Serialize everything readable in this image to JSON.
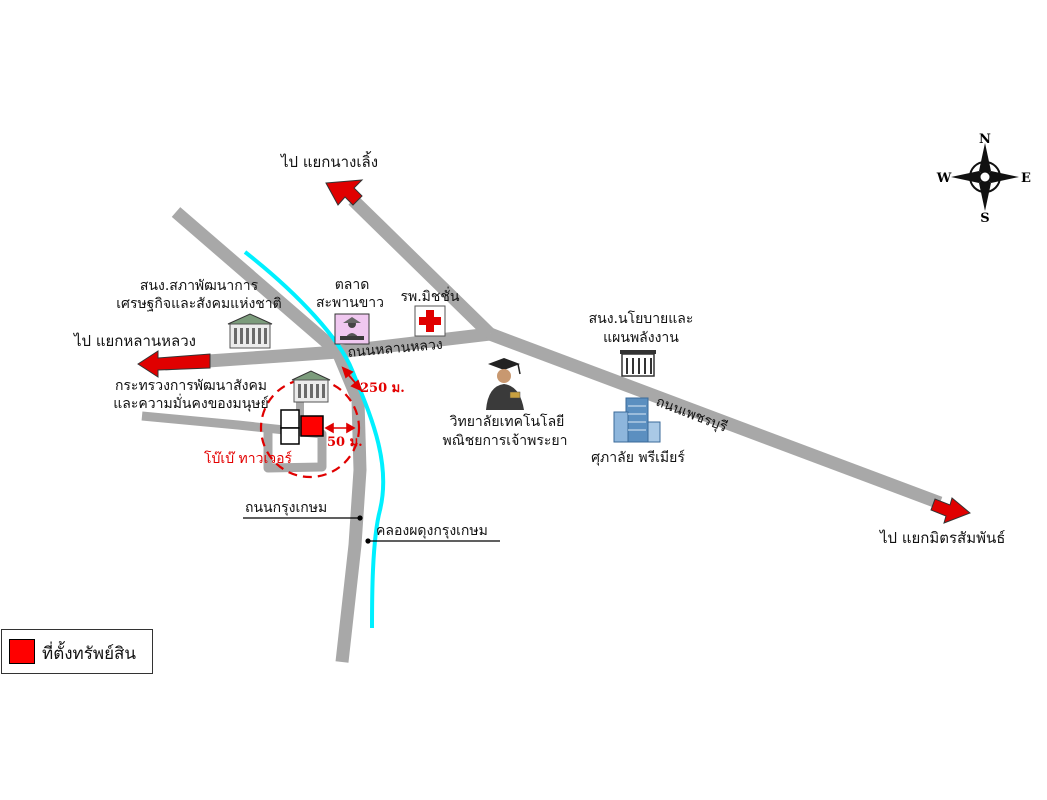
{
  "labels": {
    "to_nang_loeng": "ไป แยกนางเลิ้ง",
    "to_lan_luang": "ไป แยกหลานหลวง",
    "to_mit_samphan": "ไป แยกมิตรสัมพันธ์",
    "nesdb_line1": "สนง.สภาพัฒนาการ",
    "nesdb_line2": "เศรษฐกิจและสังคมแห่งชาติ",
    "market_line1": "ตลาด",
    "market_line2": "สะพานขาว",
    "hospital": "รพ.มิชชั่น",
    "ministry_line1": "กระทรวงการพัฒนาสังคม",
    "ministry_line2": "และความมั่นคงของมนุษย์",
    "eppo_line1": "สนง.นโยบายและ",
    "eppo_line2": "แผนพลังงาน",
    "college_line1": "วิทยาลัยเทคโนโลยี",
    "college_line2": "พณิชยการเจ้าพระยา",
    "supalai": "ศุภาลัย พรีเมียร์",
    "property_name": "โบ๊เบ๊ ทาวเวอร์",
    "dist_250": "250 ม.",
    "dist_50": "50 ม.",
    "road_lan_luang": "ถนนหลานหลวง",
    "road_phetchaburi": "ถนนเพชรบุรี",
    "road_krung_kasem": "ถนนกรุงเกษม",
    "canal_krung_kasem": "คลองผดุงกรุงเกษม"
  },
  "compass": {
    "n": "N",
    "s": "S",
    "e": "E",
    "w": "W"
  },
  "legend": {
    "label": "ที่ตั้งทรัพย์สิน"
  },
  "colors": {
    "road": "#a8a8a8",
    "canal": "#00f0ff",
    "arrow": "#e00000",
    "property": "#ff0000",
    "distance_ring": "#e00000"
  },
  "icons": {
    "nesdb": "government-building-icon",
    "ministry": "government-building-icon",
    "market": "market-vendor-icon",
    "hospital": "red-cross-icon",
    "college": "graduate-icon",
    "eppo": "office-building-icon",
    "supalai": "condominium-tower-icon",
    "compass": "compass-rose-icon"
  }
}
